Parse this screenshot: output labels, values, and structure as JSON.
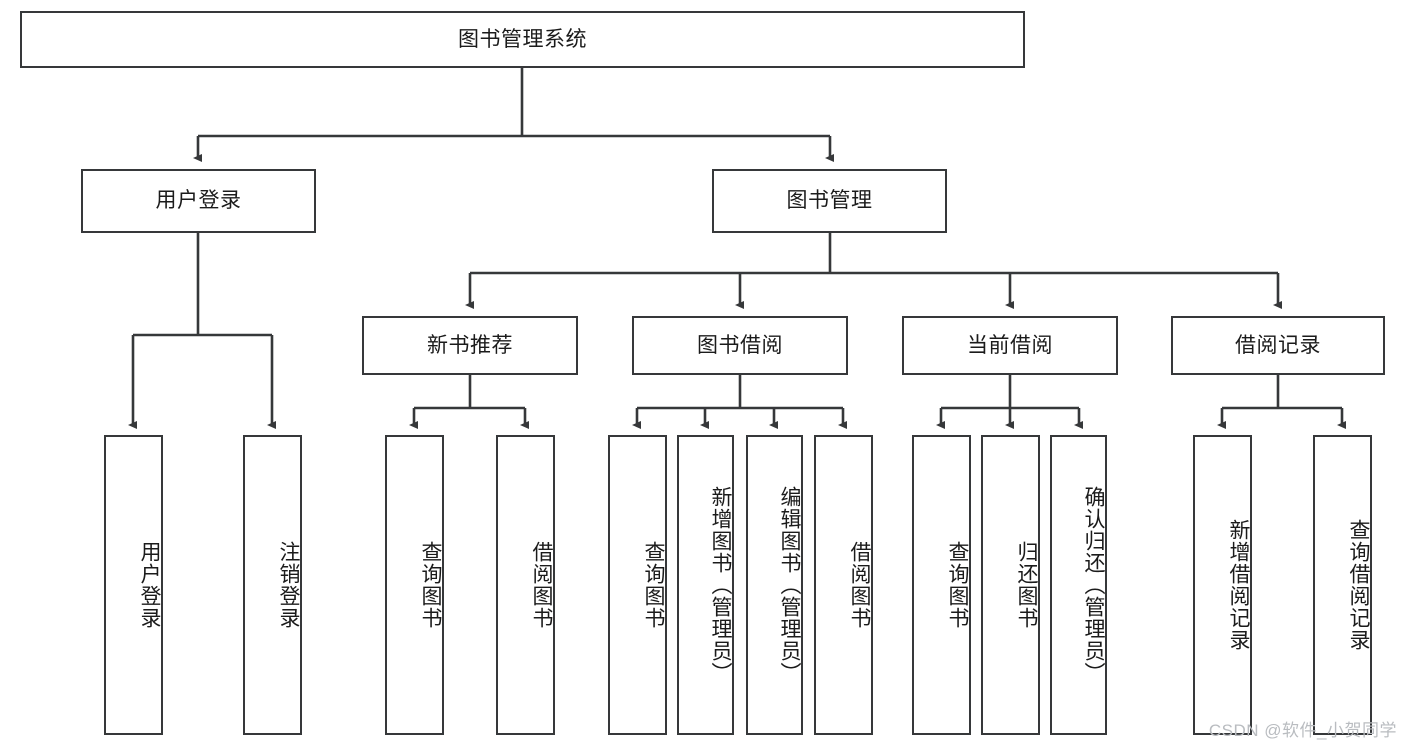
{
  "diagram": {
    "type": "tree",
    "title": "图书管理系统",
    "root": {
      "label": "图书管理系统"
    },
    "level2": [
      {
        "label": "用户登录"
      },
      {
        "label": "图书管理"
      }
    ],
    "level3": [
      {
        "label": "新书推荐"
      },
      {
        "label": "图书借阅"
      },
      {
        "label": "当前借阅"
      },
      {
        "label": "借阅记录"
      }
    ],
    "leaves": {
      "user_login": [
        {
          "label": "用户登录"
        },
        {
          "label": "注销登录"
        }
      ],
      "new_book_recommend": [
        {
          "label": "查询图书"
        },
        {
          "label": "借阅图书"
        }
      ],
      "book_borrow": [
        {
          "label": "查询图书"
        },
        {
          "label": "新增图书（管理员）"
        },
        {
          "label": "编辑图书（管理员）"
        },
        {
          "label": "借阅图书"
        }
      ],
      "current_borrow": [
        {
          "label": "查询图书"
        },
        {
          "label": "归还图书"
        },
        {
          "label": "确认归还（管理员）"
        }
      ],
      "borrow_record": [
        {
          "label": "新增借阅记录"
        },
        {
          "label": "查询借阅记录"
        }
      ]
    }
  },
  "watermark": {
    "text": "CSDN @软件_小贺同学"
  },
  "colors": {
    "stroke": "#36383a",
    "text": "#1b1b1b",
    "background": "#ffffff",
    "watermark": "#b9bcc0"
  }
}
